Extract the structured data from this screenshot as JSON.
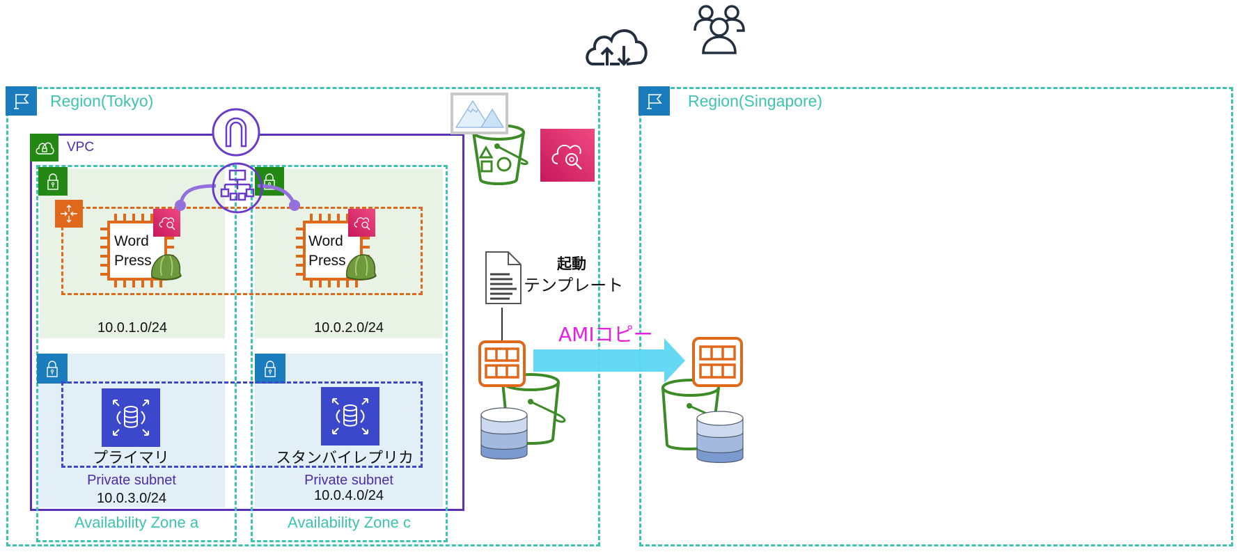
{
  "top_icons": {
    "internet": "cloud-upload-download-icon",
    "users": "users-group-icon"
  },
  "regions": [
    {
      "title": "Region(Tokyo)",
      "icon": "region-flag-icon"
    },
    {
      "title": "Region(Singapore)",
      "icon": "region-flag-icon"
    }
  ],
  "vpc": {
    "label": "VPC",
    "icon": "vpc-cloud-lock-icon"
  },
  "public_subnets": [
    {
      "cidr": "10.0.1.0/24",
      "instance_label_1": "Word",
      "instance_label_2": "Press"
    },
    {
      "cidr": "10.0.2.0/24",
      "instance_label_1": "Word",
      "instance_label_2": "Press"
    }
  ],
  "private_subnets": [
    {
      "label": "Private subnet",
      "cidr": "10.0.3.0/24",
      "db_label": "プライマリ"
    },
    {
      "label": "Private subnet",
      "cidr": "10.0.4.0/24",
      "db_label": "スタンバイレプリカ"
    }
  ],
  "availability_zones": [
    {
      "label": "Availability Zone a"
    },
    {
      "label": "Availability Zone c"
    }
  ],
  "launch_template": {
    "line1": "起動",
    "line2": "テンプレート"
  },
  "ami_copy": {
    "label": "AMIコピー"
  },
  "colors": {
    "region_border": "#3cc4b0",
    "vpc_border": "#5a30b5",
    "public_subnet_bg": "#e8f2e5",
    "private_subnet_bg": "#e3eff7",
    "ec2_orange": "#e0681b",
    "rds_blue": "#3b48cc",
    "cloudwatch_pink": "#d6336c",
    "s3_green": "#3d8b27",
    "ami_arrow": "#5dd6f3",
    "ami_text": "#e61ee6"
  }
}
